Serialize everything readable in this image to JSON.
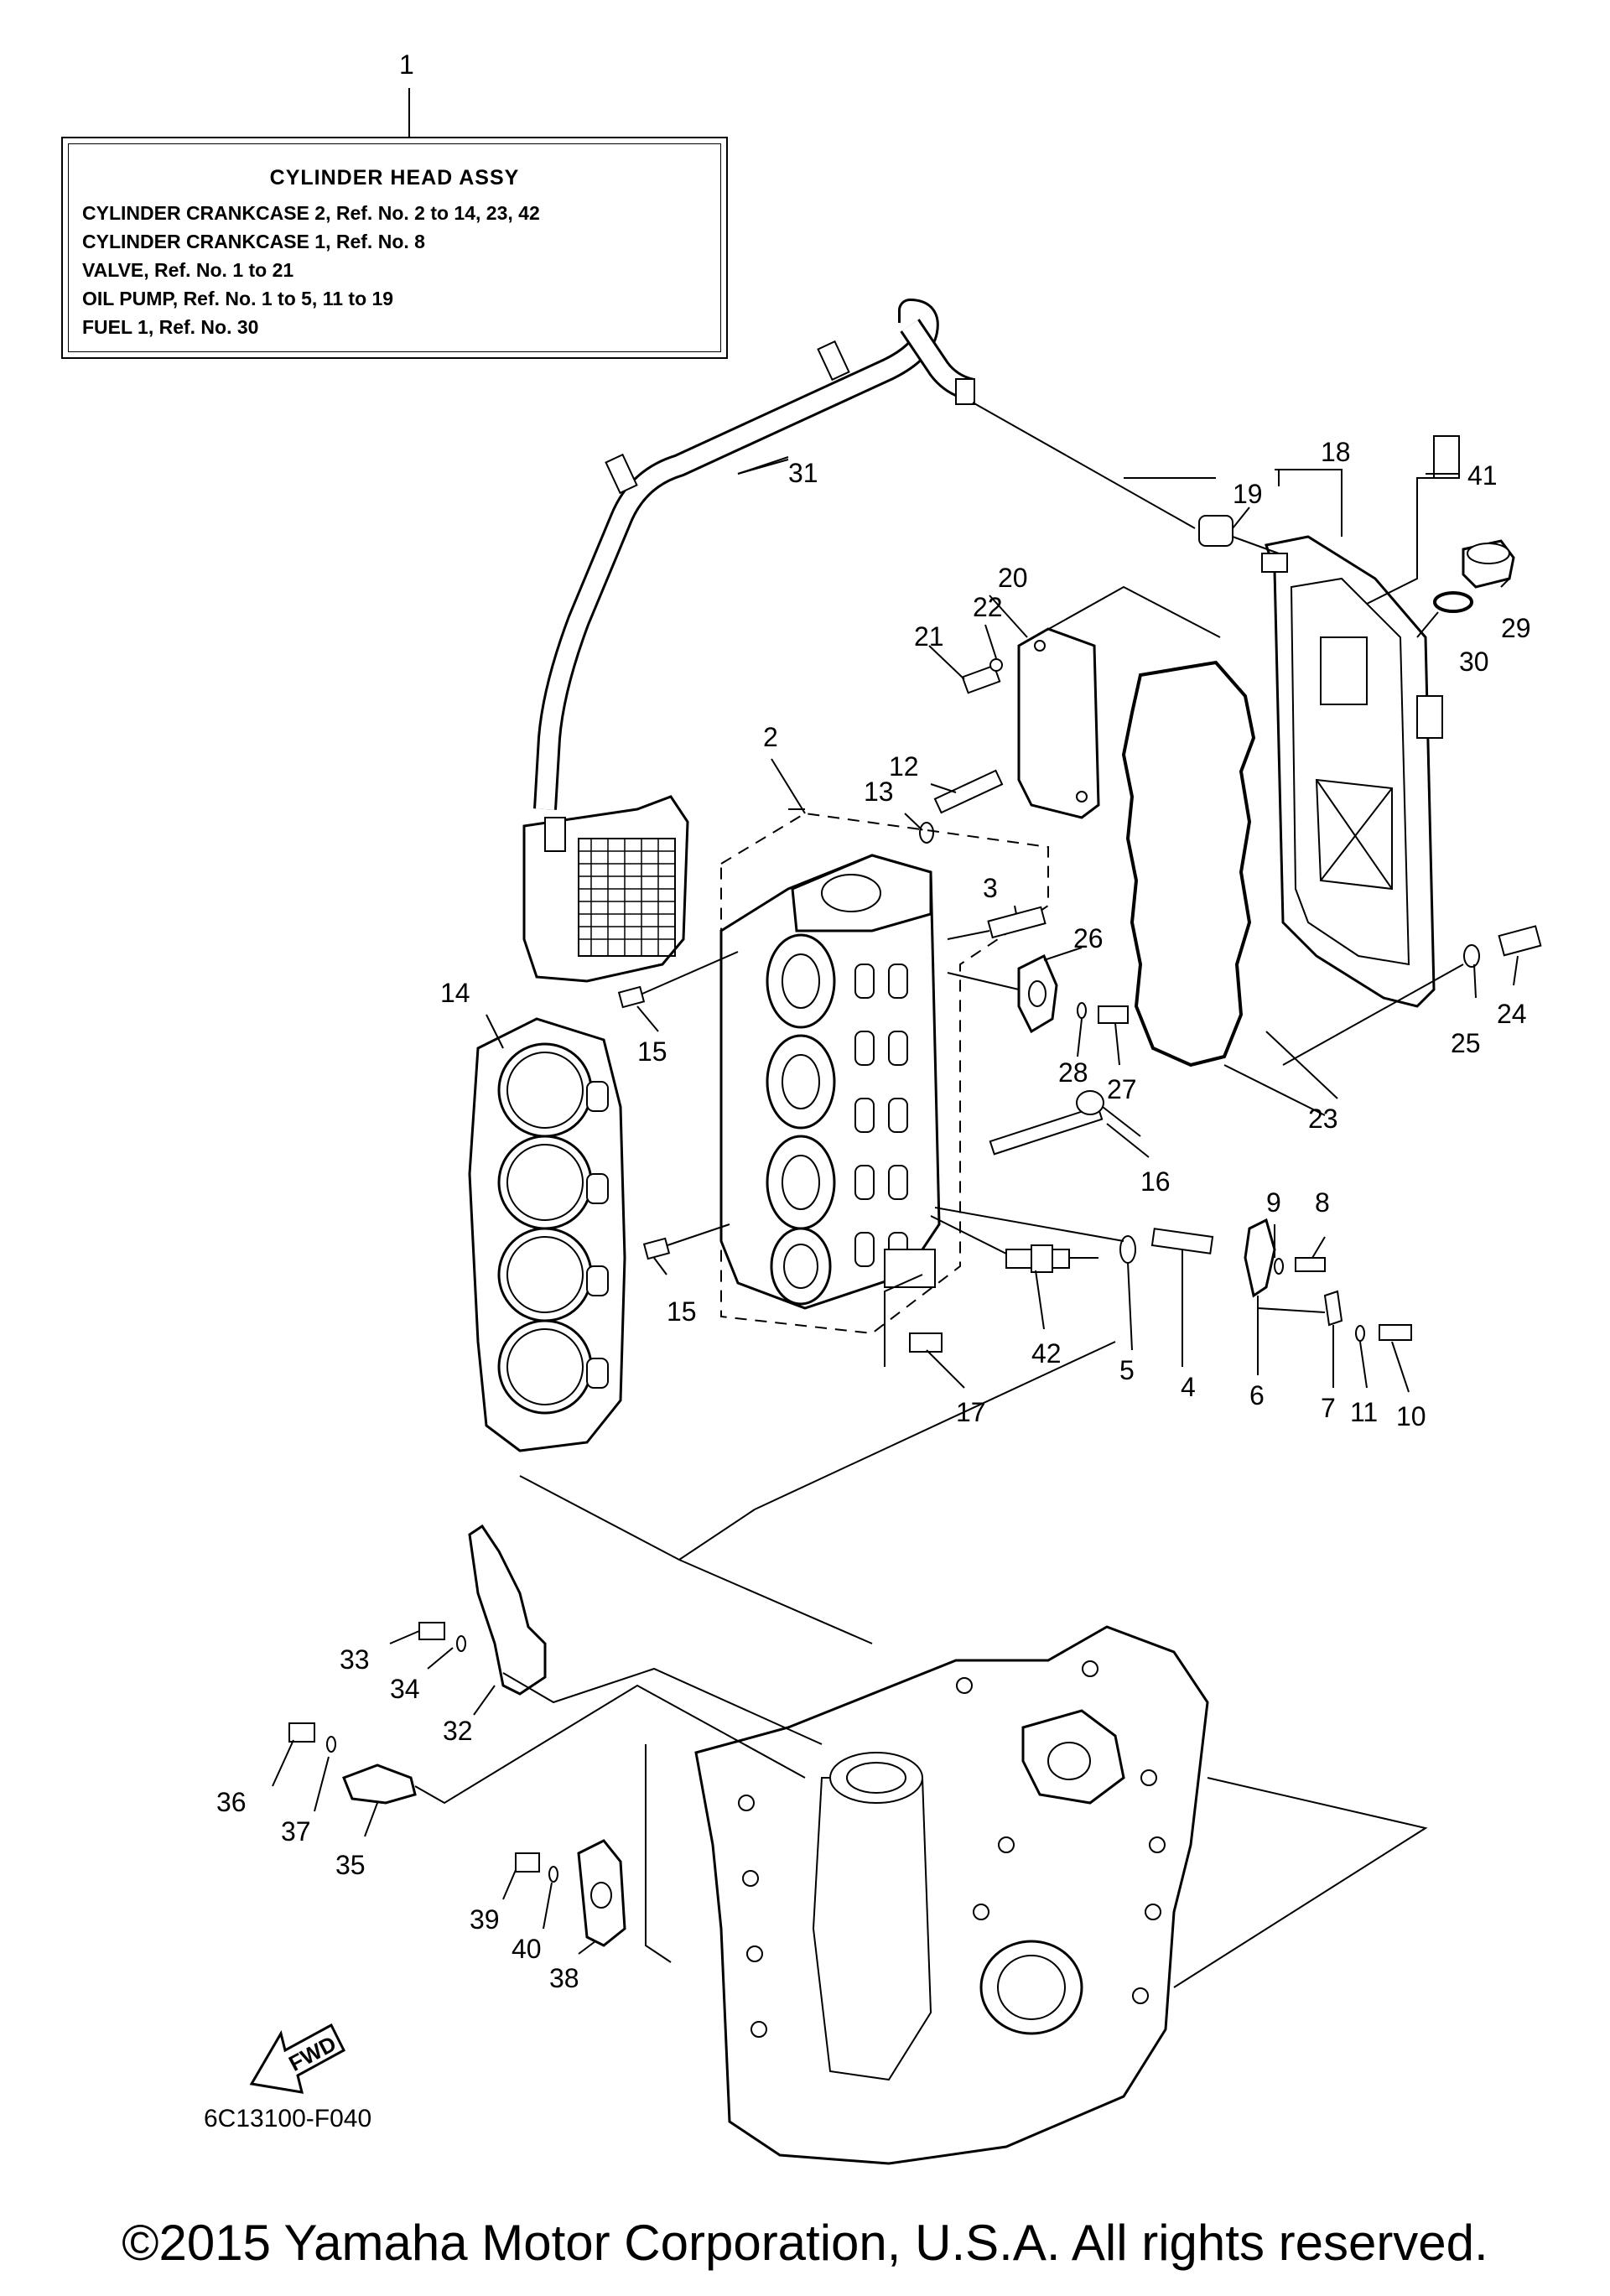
{
  "assembly_box": {
    "title": "CYLINDER  HEAD ASSY",
    "lines": [
      "CYLINDER CRANKCASE 2,  Ref. No. 2 to 14, 23, 42",
      "CYLINDER CRANKCASE 1,  Ref. No. 8",
      "VALVE,   Ref. No. 1 to 21",
      "OIL PUMP,  Ref. No. 1 to 5, 11 to 19",
      "FUEL 1,  Ref. No. 30"
    ]
  },
  "callouts": {
    "c1": "1",
    "c2": "2",
    "c3": "3",
    "c4": "4",
    "c5": "5",
    "c6": "6",
    "c7": "7",
    "c8": "8",
    "c9": "9",
    "c10": "10",
    "c11": "11",
    "c12": "12",
    "c13": "13",
    "c14": "14",
    "c15a": "15",
    "c15b": "15",
    "c16": "16",
    "c17": "17",
    "c18": "18",
    "c19": "19",
    "c20": "20",
    "c21": "21",
    "c22": "22",
    "c23": "23",
    "c24": "24",
    "c25": "25",
    "c26": "26",
    "c27": "27",
    "c28": "28",
    "c29": "29",
    "c30": "30",
    "c31": "31",
    "c32": "32",
    "c33": "33",
    "c34": "34",
    "c35": "35",
    "c36": "36",
    "c37": "37",
    "c38": "38",
    "c39": "39",
    "c40": "40",
    "c41": "41",
    "c42": "42"
  },
  "fwd_label": "FWD",
  "diagram_code": "6C13100-F040",
  "copyright": "©2015 Yamaha Motor Corporation, U.S.A. All rights reserved."
}
